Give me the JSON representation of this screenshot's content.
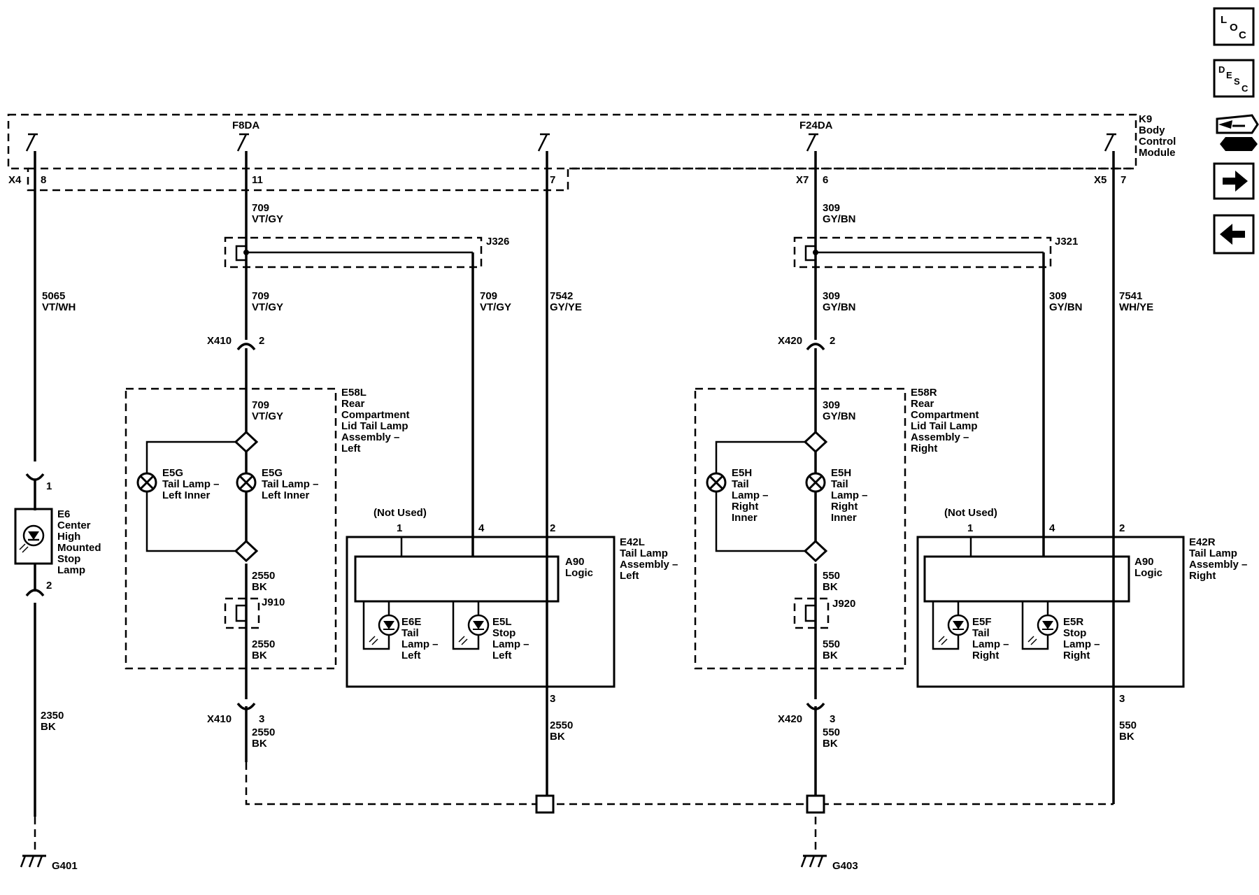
{
  "nav": {
    "loc": {
      "big": "L",
      "mid": "O",
      "small": "C"
    },
    "desc": {
      "big": "D",
      "mid": "E",
      "mid2": "S",
      "small": "C"
    }
  },
  "module": {
    "name": "K9",
    "l1": "Body",
    "l2": "Control",
    "l3": "Module"
  },
  "switches": {
    "f8da": "F8DA",
    "f24da": "F24DA"
  },
  "connectors": {
    "x4": "X4",
    "x4_pin": "8",
    "left_b_pin": "11",
    "left_c_pin": "7",
    "x7": "X7",
    "x7_pin": "6",
    "x5": "X5",
    "x5_pin": "7"
  },
  "wires": {
    "w5065": "5065",
    "vt_wh": "VT/WH",
    "w709a": "709",
    "vt_gy_a": "VT/GY",
    "w709b": "709",
    "vt_gy_b": "VT/GY",
    "w709c": "709",
    "vt_gy_c": "VT/GY",
    "w709d": "709",
    "vt_gy_d": "VT/GY",
    "w7542": "7542",
    "gy_ye": "GY/YE",
    "w309a": "309",
    "gy_bn_a": "GY/BN",
    "w309b": "309",
    "gy_bn_b": "GY/BN",
    "w309c": "309",
    "gy_bn_c": "GY/BN",
    "w309d": "309",
    "gy_bn_d": "GY/BN",
    "w7541": "7541",
    "wh_ye": "WH/YE",
    "w2550a": "2550",
    "bk_a": "BK",
    "w2550b": "2550",
    "bk_b": "BK",
    "w2550c": "2550",
    "bk_c": "BK",
    "w2550d": "2550",
    "bk_d": "BK",
    "w2350": "2350",
    "bk_e": "BK",
    "w550a": "550",
    "bk_f": "BK",
    "w550b": "550",
    "bk_g": "BK",
    "w550c": "550",
    "bk_h": "BK",
    "w550d": "550",
    "bk_i": "BK"
  },
  "splices": {
    "j326": "J326",
    "j321": "J321",
    "j910": "J910",
    "j920": "J920"
  },
  "inline": {
    "x410_top": "X410",
    "x410_top_pin": "2",
    "x410_bot": "X410",
    "x410_bot_pin": "3",
    "x420_top": "X420",
    "x420_top_pin": "2",
    "x420_bot": "X420",
    "x420_bot_pin": "3"
  },
  "e6": {
    "pin1": "1",
    "pin2": "2",
    "l1": "E6",
    "l2": "Center",
    "l3": "High",
    "l4": "Mounted",
    "l5": "Stop",
    "l6": "Lamp"
  },
  "e58l": {
    "l1": "E58L",
    "l2": "Rear",
    "l3": "Compartment",
    "l4": "Lid Tail Lamp",
    "l5": "Assembly –",
    "l6": "Left"
  },
  "e58r": {
    "l1": "E58R",
    "l2": "Rear",
    "l3": "Compartment",
    "l4": "Lid Tail Lamp",
    "l5": "Assembly –",
    "l6": "Right"
  },
  "e5g_a": {
    "l1": "E5G",
    "l2": "Tail Lamp –",
    "l3": "Left Inner"
  },
  "e5g_b": {
    "l1": "E5G",
    "l2": "Tail Lamp –",
    "l3": "Left Inner"
  },
  "e5h_a": {
    "l1": "E5H",
    "l2": "Tail",
    "l3": "Lamp –",
    "l4": "Right",
    "l5": "Inner"
  },
  "e5h_b": {
    "l1": "E5H",
    "l2": "Tail",
    "l3": "Lamp –",
    "l4": "Right",
    "l5": "Inner"
  },
  "e42l": {
    "l1": "E42L",
    "l2": "Tail Lamp",
    "l3": "Assembly –",
    "l4": "Left",
    "not_used": "(Not Used)",
    "p1": "1",
    "p4": "4",
    "p2": "2",
    "p3": "3",
    "logic1": "A90",
    "logic2": "Logic",
    "e6e": {
      "l1": "E6E",
      "l2": "Tail",
      "l3": "Lamp –",
      "l4": "Left"
    },
    "e5l": {
      "l1": "E5L",
      "l2": "Stop",
      "l3": "Lamp –",
      "l4": "Left"
    }
  },
  "e42r": {
    "l1": "E42R",
    "l2": "Tail Lamp",
    "l3": "Assembly –",
    "l4": "Right",
    "not_used": "(Not Used)",
    "p1": "1",
    "p4": "4",
    "p2": "2",
    "p3": "3",
    "logic1": "A90",
    "logic2": "Logic",
    "e5f": {
      "l1": "E5F",
      "l2": "Tail",
      "l3": "Lamp –",
      "l4": "Right"
    },
    "e5r": {
      "l1": "E5R",
      "l2": "Stop",
      "l3": "Lamp –",
      "l4": "Right"
    }
  },
  "grounds": {
    "g401": "G401",
    "g403": "G403"
  }
}
